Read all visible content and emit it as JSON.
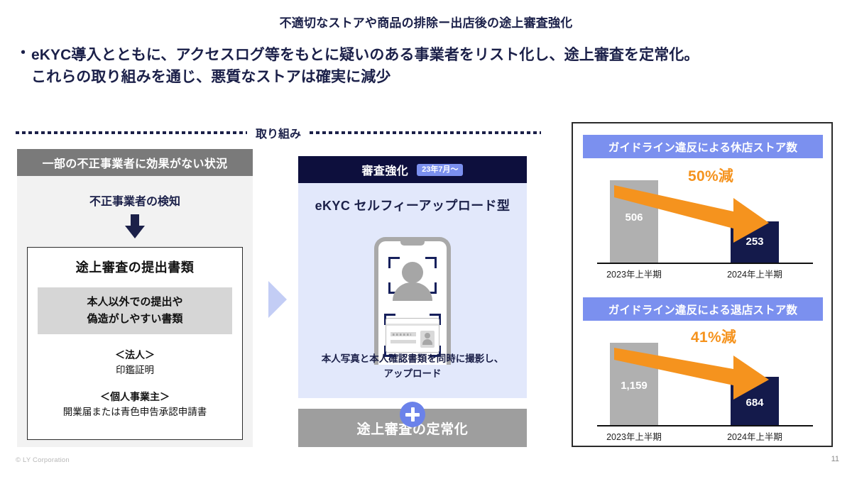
{
  "slide": {
    "title": "不適切なストアや商品の排除ー出店後の途上審査強化",
    "bullet_marker": "・",
    "bullet_line1": "eKYC導入とともに、アクセスログ等をもとに疑いのある事業者をリスト化し、途上審査を定常化。",
    "bullet_line2": "これらの取り組みを通じ、悪質なストアは確実に減少",
    "section_label": "取り組み",
    "copyright": "© LY Corporation",
    "page_number": "11"
  },
  "left_panel": {
    "header": "一部の不正事業者に効果がない状況",
    "detect_label": "不正事業者の検知",
    "doc_title": "途上審査の提出書類",
    "gray_band_line1": "本人以外での提出や",
    "gray_band_line2": "偽造がしやすい書類",
    "sub1_heading": "＜法人＞",
    "sub1_value": "印鑑証明",
    "sub2_heading": "＜個人事業主＞",
    "sub2_value": "開業届または青色申告承認申請書"
  },
  "center_panel": {
    "header_title": "審査強化",
    "header_badge": "23年7月〜",
    "ekyc_title": "eKYC セルフィーアップロード型",
    "caption_line1": "本人写真と本人確認書類を同時に撮影し、",
    "caption_line2": "アップロード",
    "footer": "途上審査の定常化"
  },
  "chart_data": [
    {
      "type": "bar",
      "title": "ガイドライン違反による休店ストア数",
      "categories": [
        "2023年上半期",
        "2024年上半期"
      ],
      "values": [
        506,
        253
      ],
      "value_labels": [
        "506",
        "253"
      ],
      "annotation": "50%減",
      "xlabel": "",
      "ylabel": "",
      "ylim": [
        0,
        600
      ],
      "grid": false,
      "legend": "none",
      "bar_colors": [
        "#b0b0b0",
        "#141a4b"
      ],
      "annotation_color": "#f5931e"
    },
    {
      "type": "bar",
      "title": "ガイドライン違反による退店ストア数",
      "categories": [
        "2023年上半期",
        "2024年上半期"
      ],
      "values": [
        1159,
        684
      ],
      "value_labels": [
        "1,159",
        "684"
      ],
      "annotation": "41%減",
      "xlabel": "",
      "ylabel": "",
      "ylim": [
        0,
        1300
      ],
      "grid": false,
      "legend": "none",
      "bar_colors": [
        "#b0b0b0",
        "#141a4b"
      ],
      "annotation_color": "#f5931e"
    }
  ],
  "colors": {
    "navy": "#1b2049",
    "deep_navy": "#141a4b",
    "periwinkle": "#7b90ef",
    "light_periwinkle": "#c3cdf5",
    "panel_blue": "#e2e8fb",
    "gray_header": "#7a7a7a",
    "gray_bar": "#b0b0b0",
    "orange": "#f5931e"
  }
}
